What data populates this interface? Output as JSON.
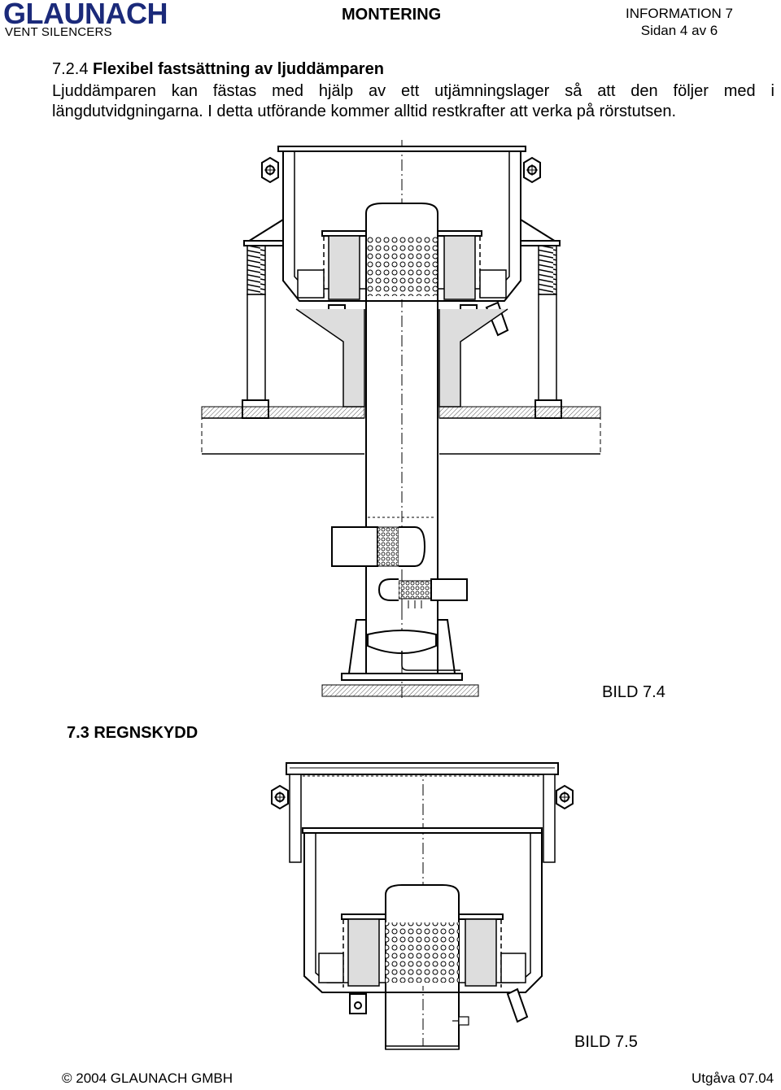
{
  "header": {
    "logo_text": "GLAUNACH",
    "logo_subtitle": "VENT SILENCERS",
    "section_title": "MONTERING",
    "info_label": "INFORMATION 7",
    "page_label": "Sidan 4 av 6"
  },
  "section_7_2_4": {
    "number": "7.2.4",
    "title": "Flexibel fastsättning av ljuddämparen",
    "body": "Ljuddämparen kan fästas med hjälp av ett utjämningslager så att den följer med i längdutvidgningarna. I detta utförande kommer alltid restkrafter att verka på rörstutsen."
  },
  "figure_7_4": {
    "caption": "BILD 7.4"
  },
  "section_7_3": {
    "title": "7.3 REGNSKYDD"
  },
  "figure_7_5": {
    "caption": "BILD 7.5"
  },
  "footer": {
    "copyright_symbol": "©",
    "copyright_text": "2004 GLAUNACH GMBH",
    "edition": "Utgåva 07.04"
  }
}
